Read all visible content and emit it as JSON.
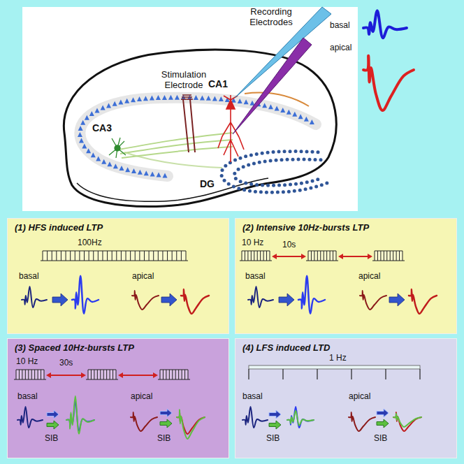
{
  "diagram": {
    "nodes": [
      {
        "text": [
          "Stimulation Electrode",
          "Recording Electrodes",
          "basal",
          "apical",
          "CA1",
          "CA3",
          "DG"
        ]
      },
      {
        "text": [
          "(1) HFS induced LTP",
          "100Hz",
          "basal",
          "apical"
        ]
      },
      {
        "text": [
          "(2) Intensive 10Hz-bursts LTP",
          "10 Hz",
          "10s",
          "basal",
          "apical"
        ]
      },
      {
        "text": [
          "(3) Spaced 10Hz-bursts LTP",
          "10 Hz",
          "30s",
          "basal",
          "apical",
          "SIB",
          "SIB"
        ]
      },
      {
        "text": [
          "(4) LFS induced LTD",
          "1 Hz",
          "basal",
          "apical",
          "SIB",
          "SIB"
        ]
      }
    ]
  }
}
